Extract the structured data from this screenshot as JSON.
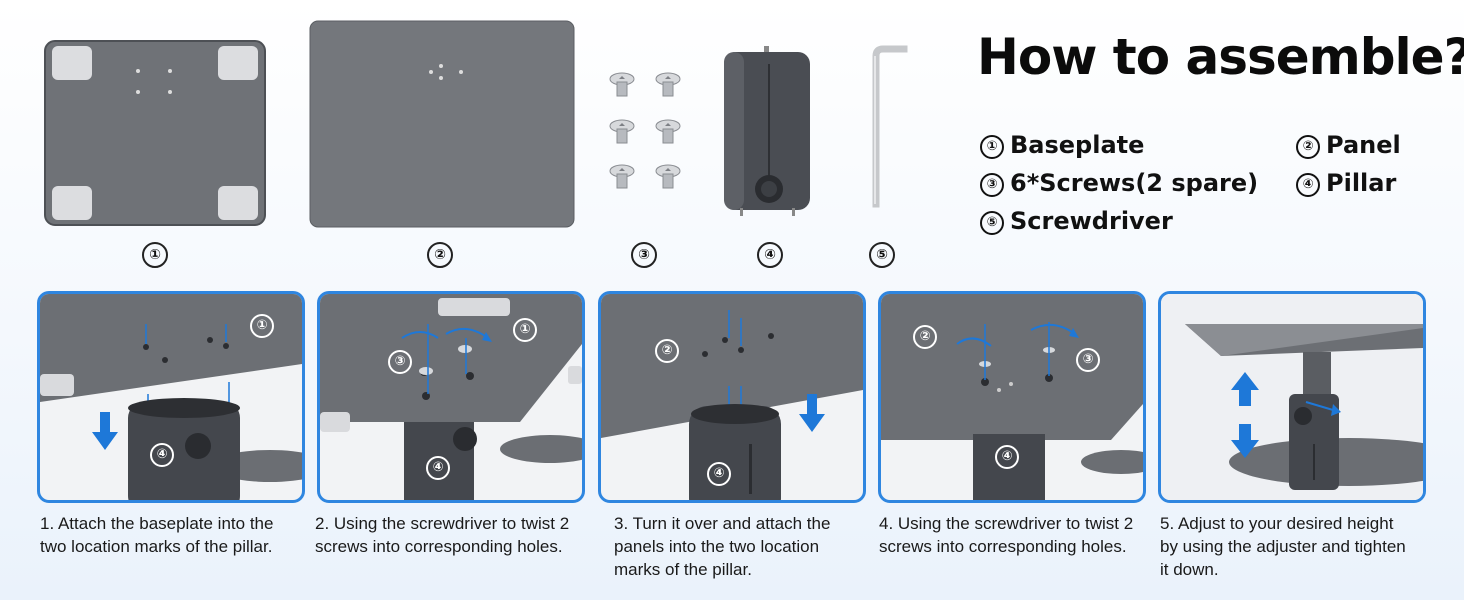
{
  "parts": {
    "items": [
      {
        "number": "①",
        "name": "Baseplate"
      },
      {
        "number": "②",
        "name": "Panel"
      },
      {
        "number": "③",
        "name": "6*Screws(2 spare)"
      },
      {
        "number": "④",
        "name": "Pillar"
      },
      {
        "number": "⑤",
        "name": "Screwdriver"
      }
    ]
  },
  "heading": {
    "title": "How to assemble?"
  },
  "steps": [
    {
      "labels": [
        "①",
        "④"
      ],
      "caption_lines": [
        "1. Attach the baseplate into the",
        "two location marks of the pillar."
      ]
    },
    {
      "labels": [
        "③",
        "①",
        "④"
      ],
      "caption_lines": [
        "2. Using the screwdriver to twist 2",
        "screws into corresponding holes."
      ]
    },
    {
      "labels": [
        "②",
        "④"
      ],
      "caption_lines": [
        "3. Turn it over and attach the",
        "panels into the two location",
        "marks of the pillar."
      ]
    },
    {
      "labels": [
        "②",
        "③",
        "④"
      ],
      "caption_lines": [
        "4. Using the screwdriver to twist 2",
        "screws into corresponding holes."
      ]
    },
    {
      "labels": [],
      "caption_lines": [
        "5. Adjust to your desired height",
        "by using the adjuster and tighten",
        "it down."
      ]
    }
  ],
  "colors": {
    "accent_blue": "#2f86e0",
    "arrow_blue": "#1e78d8",
    "metal_gray": "#6e7176",
    "dark_gray": "#3d4046"
  }
}
